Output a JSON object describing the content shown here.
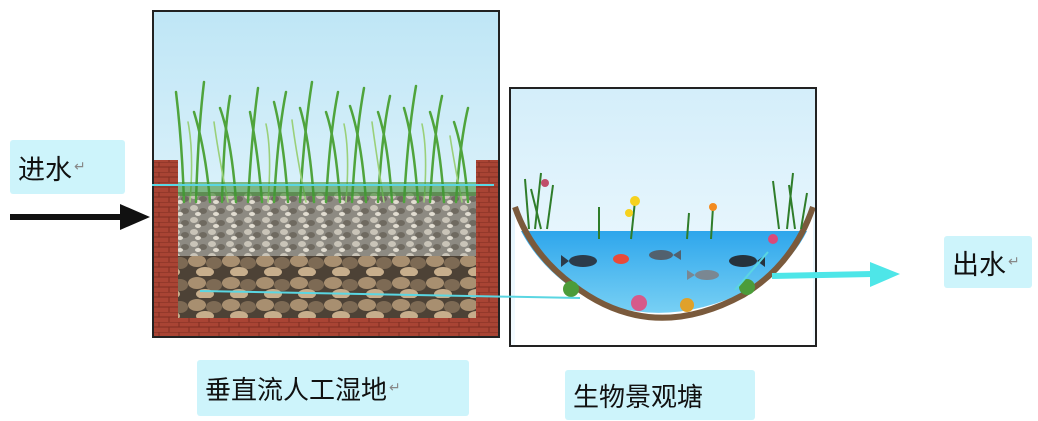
{
  "labels": {
    "inlet": "进水",
    "outlet": "出水",
    "wetland": "垂直流人工湿地",
    "pond": "生物景观塘",
    "return_mark": "↵"
  },
  "colors": {
    "label_bg": "#cdf4fb",
    "inlet_arrow": "#111111",
    "outlet_arrow": "#4ee6e8",
    "pipe_line": "#5ad6e2",
    "brick": "#a94434",
    "water": "#29a7ea"
  }
}
